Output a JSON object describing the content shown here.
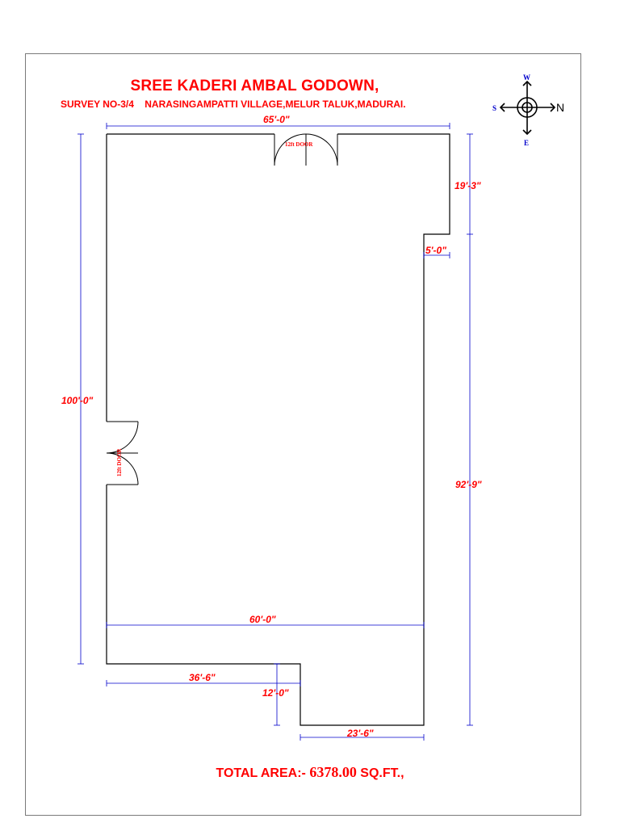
{
  "title": "SREE KADERI AMBAL GODOWN,",
  "subtitle": "SURVEY NO-3/4    NARASINGAMPATTI VILLAGE,MELUR TALUK,MADURAI.",
  "total_area": {
    "label": "TOTAL AREA:-",
    "value": "6378.00",
    "unit": "SQ.FT.,"
  },
  "compass": {
    "top": "W",
    "left": "S",
    "right": "N",
    "bottom": "E"
  },
  "doors": {
    "top": "12ft DOOR",
    "left": "12ft DOOR"
  },
  "dimensions": {
    "top_width": "65'-0\"",
    "left_height": "100'-0\"",
    "right_upper": "19'-3\"",
    "step": "5'-0\"",
    "right_lower": "92'-9\"",
    "inner_width": "60'-0\"",
    "bottom_left": "36'-6\"",
    "bottom_notch": "12'-0\"",
    "bottom_right": "23'-6\""
  },
  "colors": {
    "text": "#ff0000",
    "dimension_line": "#0000cc",
    "wall": "#000000",
    "compass_letters": "#0000cc"
  }
}
